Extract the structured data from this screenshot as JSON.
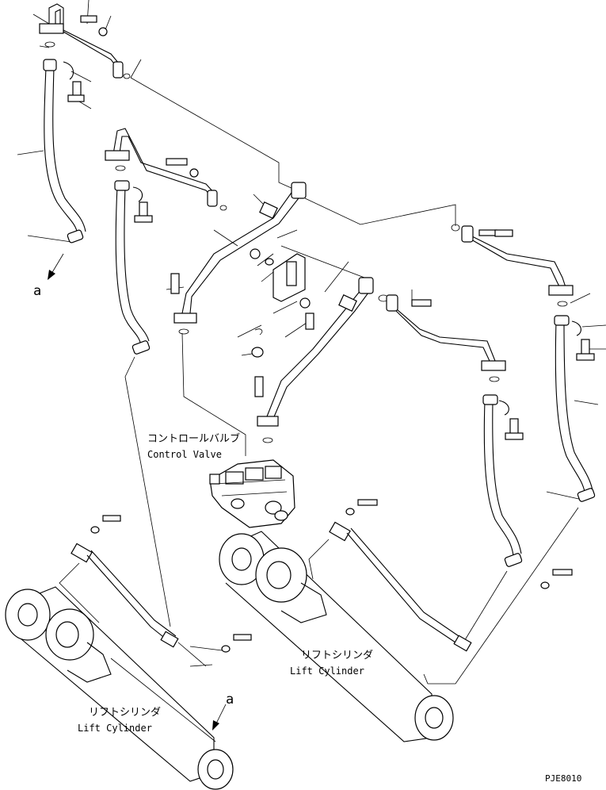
{
  "labels": {
    "control_valve_jp": "コントロールバルブ",
    "control_valve_en": "Control Valve",
    "lift_cylinder_right_jp": "リフトシリンダ",
    "lift_cylinder_right_en": "Lift Cylinder",
    "lift_cylinder_left_jp": "リフトシリンダ",
    "lift_cylinder_left_en": "Lift Cylinder",
    "ref_a_top": "a",
    "ref_a_bottom": "a",
    "drawing_code": "PJE8010"
  }
}
